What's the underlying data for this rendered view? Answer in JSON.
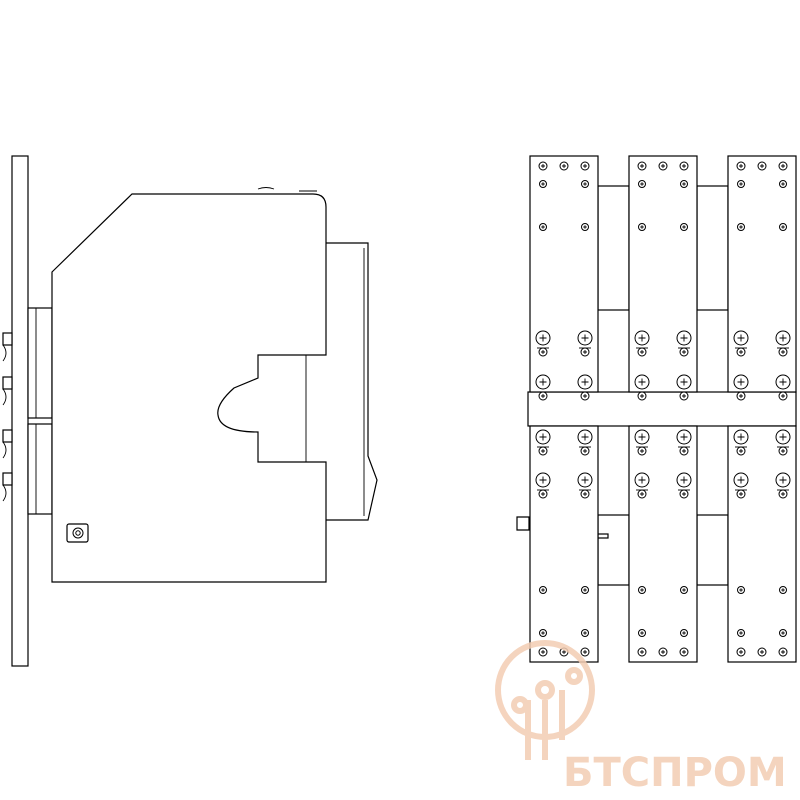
{
  "drawing": {
    "type": "technical-drawing",
    "views": [
      "side-view",
      "rear-terminal-view"
    ],
    "line_color": "#000000",
    "background_color": "#ffffff",
    "poles": 3
  },
  "watermark": {
    "text": "БТСПРОМ",
    "color": "#f3cdb3",
    "icon": "lightbulb-circuit-icon"
  }
}
